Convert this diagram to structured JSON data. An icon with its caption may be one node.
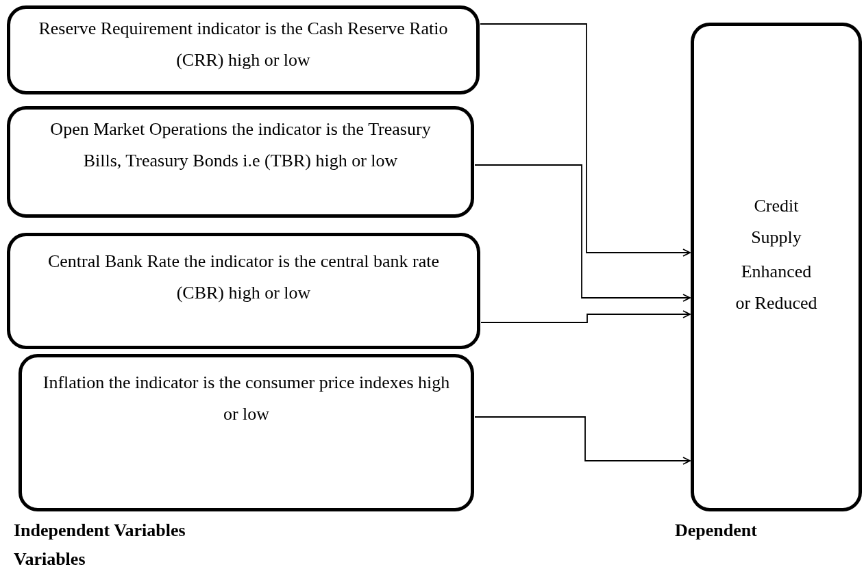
{
  "diagram": {
    "nodes": [
      {
        "text": [
          "Reserve Requirement indicator is the Cash Reserve Ratio (CRR) high or low"
        ]
      },
      {
        "text": [
          "Open Market Operations the indicator is the Treasury Bills, Treasury Bonds i.e (TBR) high or low"
        ]
      },
      {
        "text": [
          "Central Bank Rate the indicator is the central bank rate (CBR) high or low"
        ]
      },
      {
        "text": [
          "Inflation the indicator is the consumer price indexes high or low"
        ]
      },
      {
        "text": [
          "Credit Supply",
          "Enhanced or Reduced"
        ]
      }
    ],
    "edges": [
      {
        "from": 0,
        "to": 4,
        "arrow": "to"
      },
      {
        "from": 1,
        "to": 4,
        "arrow": "to"
      },
      {
        "from": 2,
        "to": 4,
        "arrow": "to"
      },
      {
        "from": 3,
        "to": 4,
        "arrow": "to"
      }
    ],
    "labels": [
      "Independent Variables",
      "Dependent",
      "Variables"
    ]
  }
}
